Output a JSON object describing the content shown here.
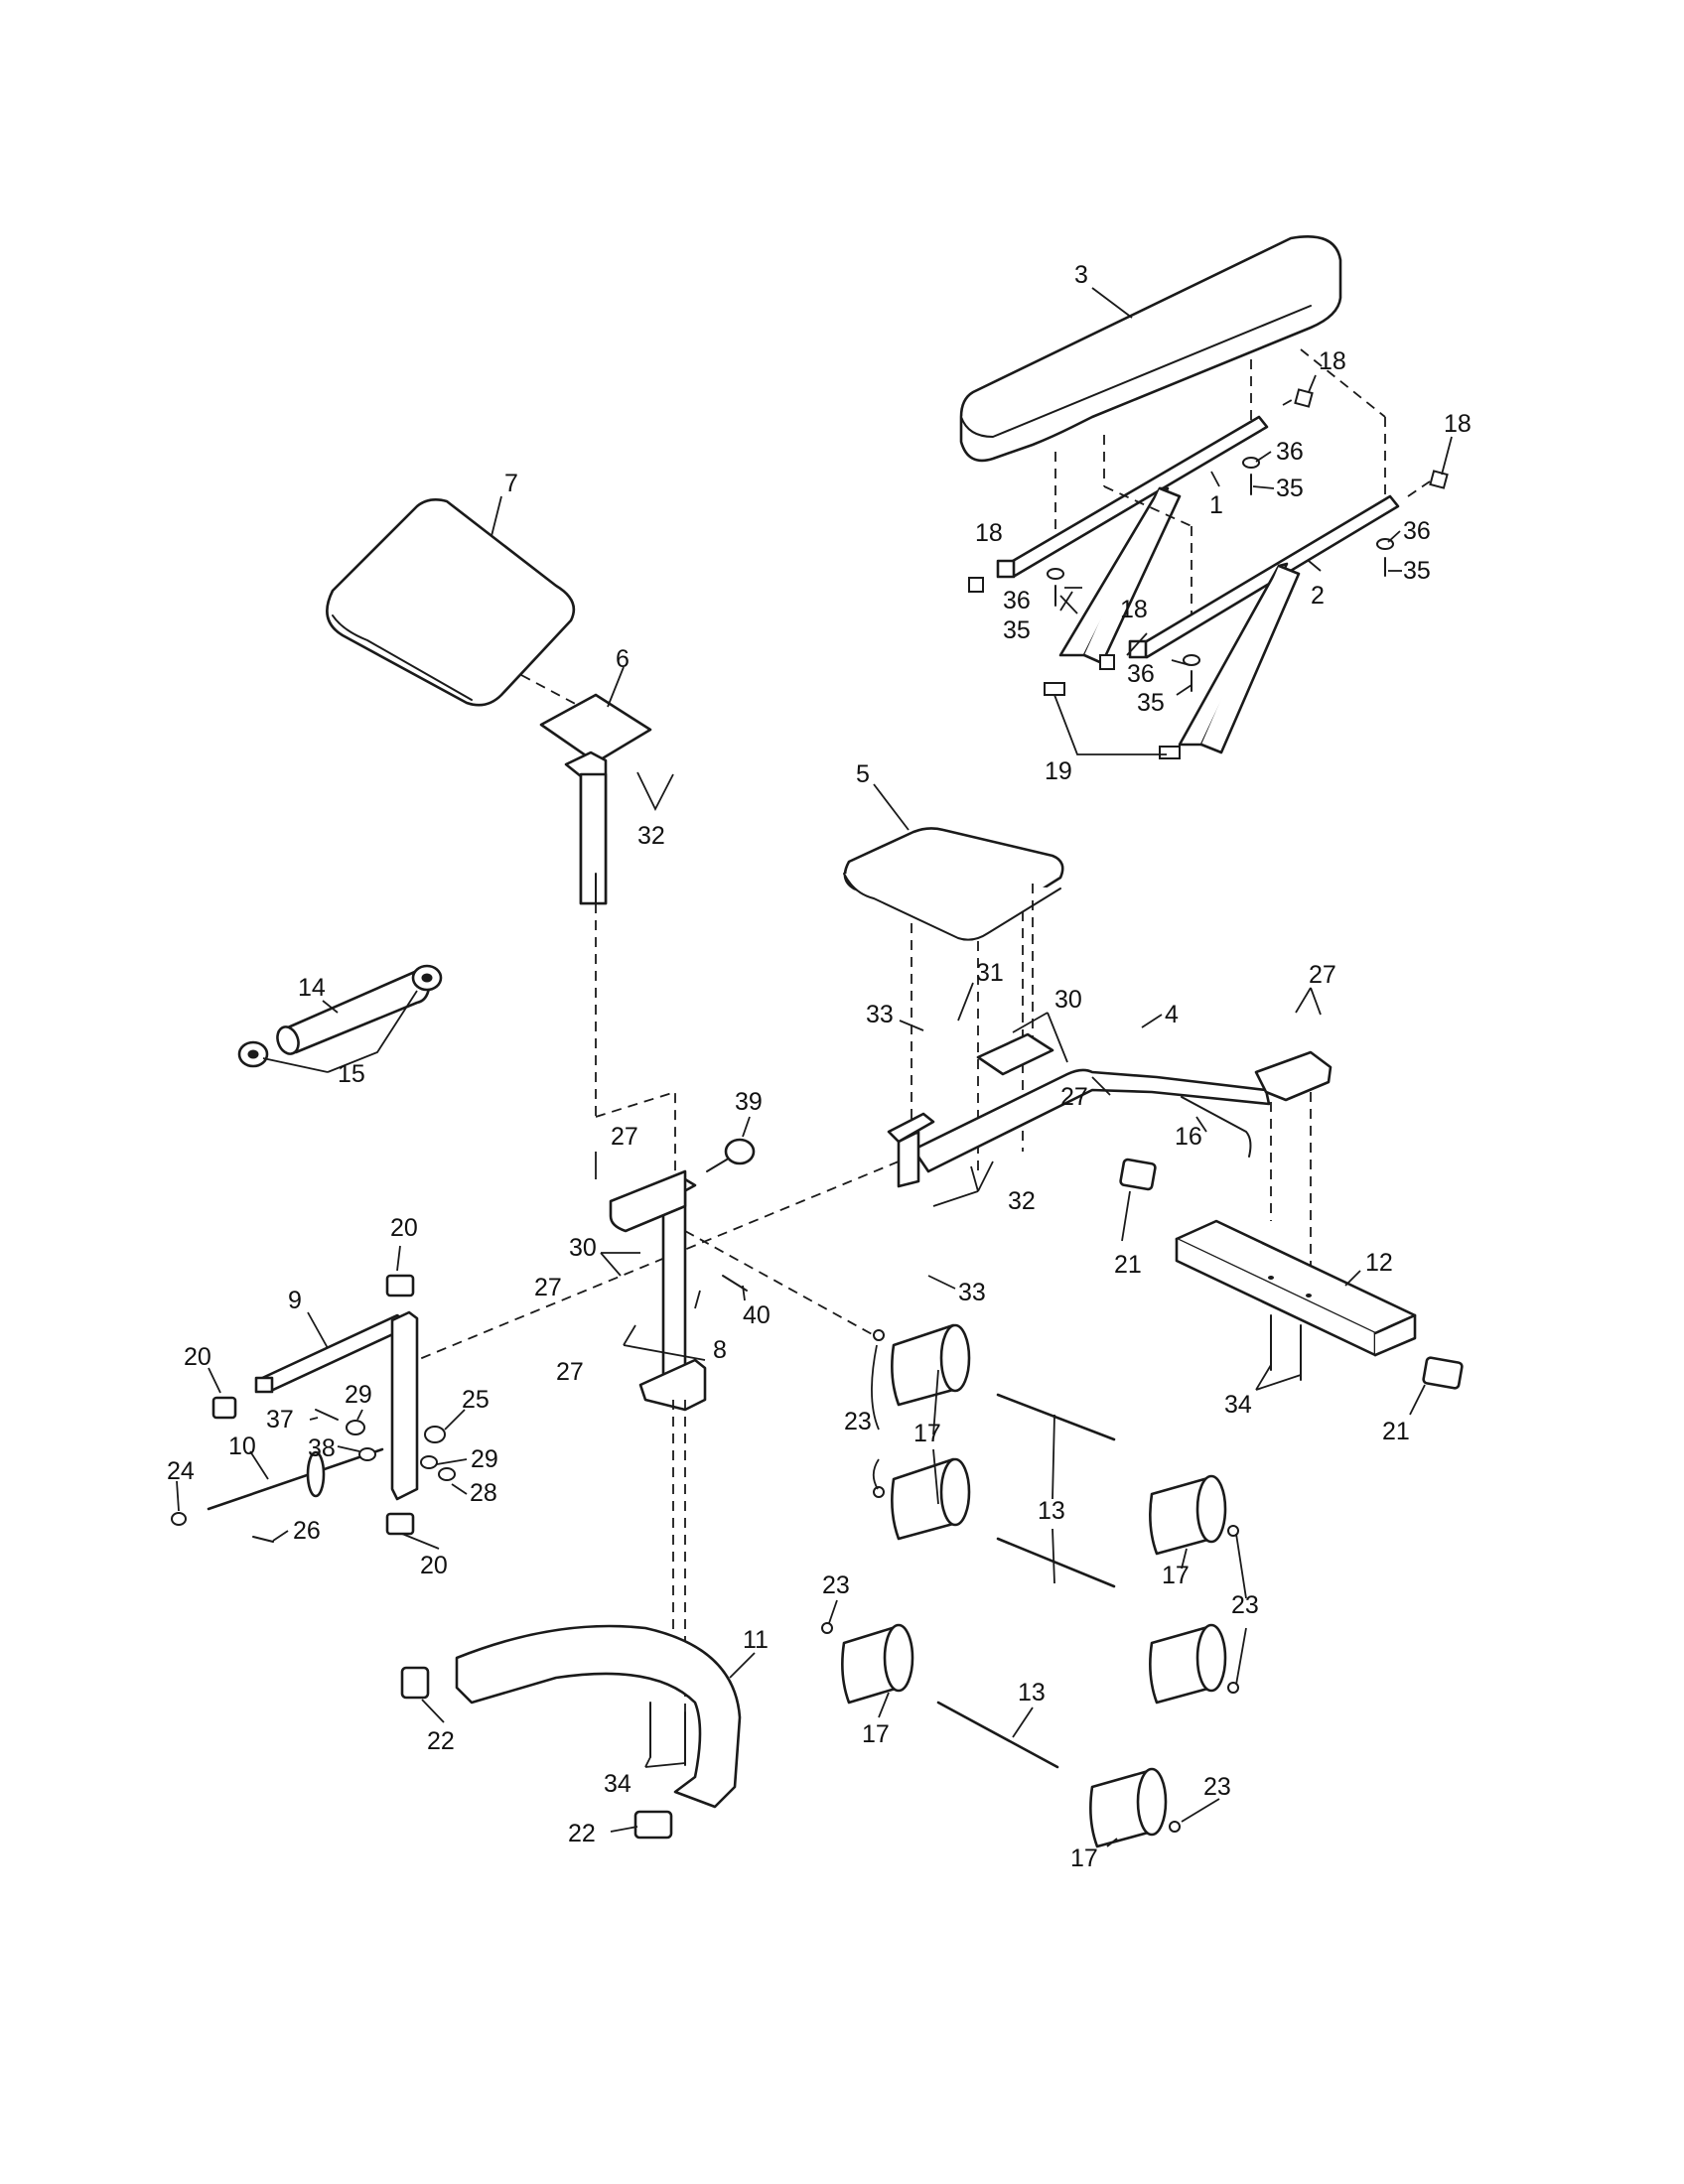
{
  "callouts": {
    "c1": "1",
    "c2": "2",
    "c3": "3",
    "c4": "4",
    "c5": "5",
    "c6": "6",
    "c7": "7",
    "c8": "8",
    "c9": "9",
    "c10": "10",
    "c11": "11",
    "c12": "12",
    "c13": "13",
    "c14": "14",
    "c15": "15",
    "c16": "16",
    "c17": "17",
    "c18": "18",
    "c19": "19",
    "c20": "20",
    "c21": "21",
    "c22": "22",
    "c23": "23",
    "c24": "24",
    "c25": "25",
    "c26": "26",
    "c27": "27",
    "c28": "28",
    "c29": "29",
    "c30": "30",
    "c31": "31",
    "c32": "32",
    "c33": "33",
    "c34": "34",
    "c35": "35",
    "c36": "36",
    "c37": "37",
    "c38": "38",
    "c39": "39",
    "c40": "40"
  },
  "diagram": {
    "style": "black line art exploded parts view",
    "line_color": "#1a1a1a",
    "background": "#ffffff"
  }
}
